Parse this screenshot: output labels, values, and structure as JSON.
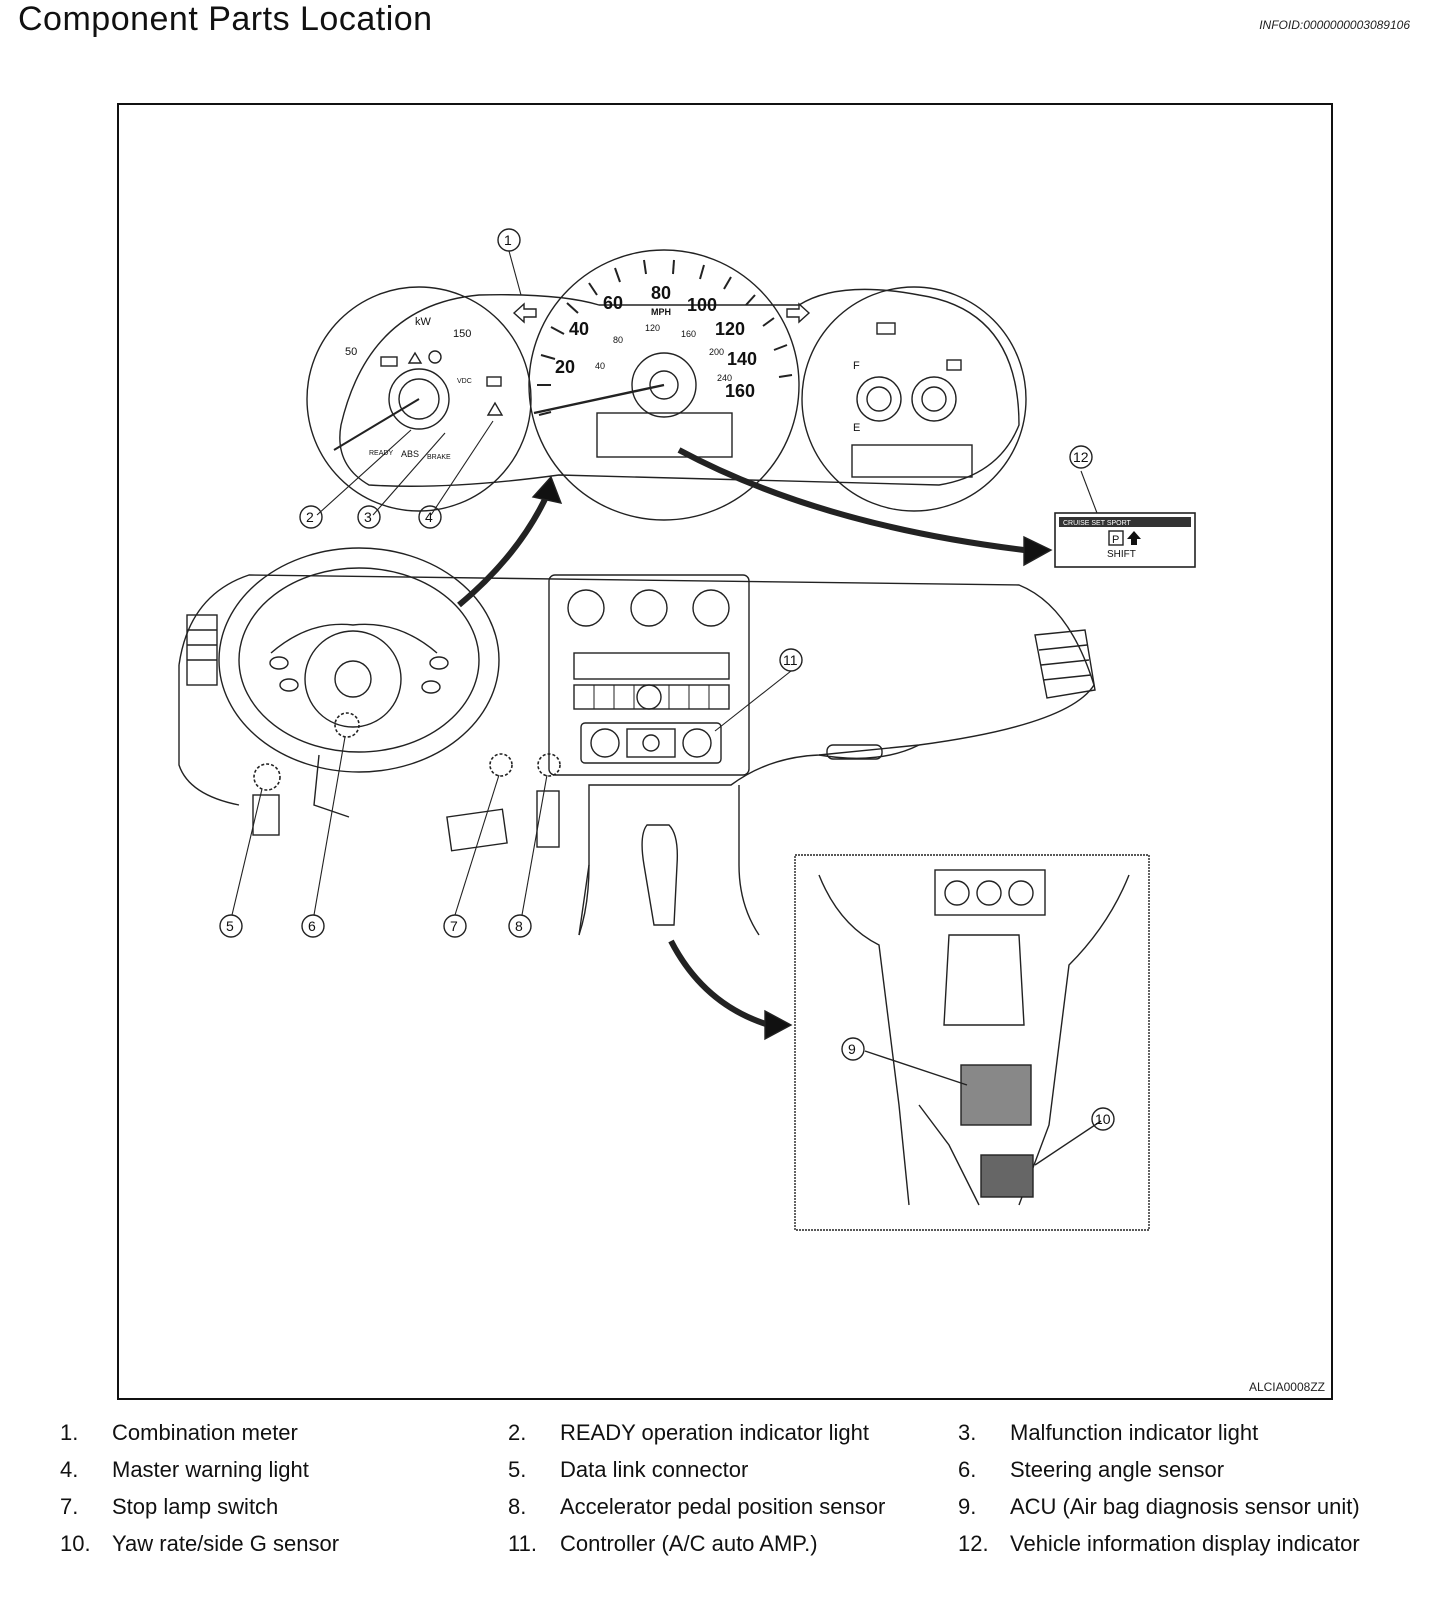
{
  "header": {
    "title": "Component Parts Location",
    "info_id": "INFOID:0000000003089106"
  },
  "figure": {
    "figure_id": "ALCIA0008ZZ",
    "gauges": {
      "speedo_numbers": [
        "20",
        "40",
        "60",
        "80",
        "100",
        "120",
        "140",
        "160"
      ],
      "speedo_unit": "MPH",
      "kmh_numbers": [
        "40",
        "80",
        "120",
        "160",
        "200",
        "240"
      ],
      "power_label": "kW",
      "power_numbers": [
        "50",
        "150"
      ],
      "indicator_labels": [
        "READY",
        "ABS",
        "BRAKE",
        "VDC"
      ],
      "fuel_labels": [
        "F",
        "E"
      ]
    },
    "display": {
      "top_text": "CRUISE  SET  SPORT",
      "gear": "P",
      "shift_label": "SHIFT"
    },
    "callouts": [
      "1",
      "2",
      "3",
      "4",
      "5",
      "6",
      "7",
      "8",
      "9",
      "10",
      "11",
      "12"
    ]
  },
  "legend": [
    {
      "num": "1.",
      "text": "Combination meter"
    },
    {
      "num": "2.",
      "text": "READY operation indicator light"
    },
    {
      "num": "3.",
      "text": "Malfunction indicator light"
    },
    {
      "num": "4.",
      "text": "Master warning light"
    },
    {
      "num": "5.",
      "text": "Data link connector"
    },
    {
      "num": "6.",
      "text": "Steering angle sensor"
    },
    {
      "num": "7.",
      "text": "Stop lamp switch"
    },
    {
      "num": "8.",
      "text": "Accelerator pedal position sensor"
    },
    {
      "num": "9.",
      "text": "ACU (Air bag diagnosis sensor unit)"
    },
    {
      "num": "10.",
      "text": "Yaw rate/side G sensor"
    },
    {
      "num": "11.",
      "text": "Controller (A/C auto AMP.)"
    },
    {
      "num": "12.",
      "text": "Vehicle information display indicator"
    }
  ]
}
